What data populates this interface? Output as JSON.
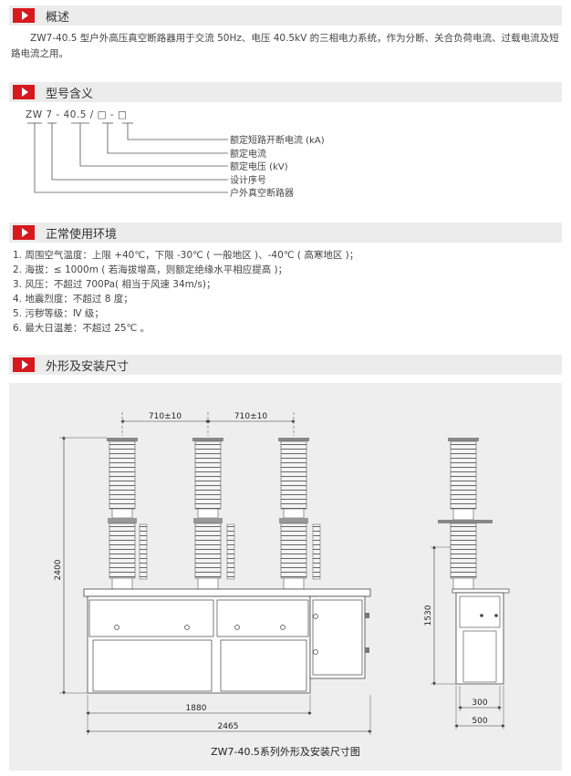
{
  "sections": {
    "overview": {
      "title": "概述"
    },
    "model": {
      "title": "型号含义"
    },
    "environment": {
      "title": "正常使用环境"
    },
    "dimensions": {
      "title": "外形及安装尺寸"
    }
  },
  "overview": {
    "text": "ZW7-40.5 型户外高压真空断路器用于交流 50Hz、电压 40.5kV 的三相电力系统，作为分断、关合负荷电流、过载电流及短路电流之用。"
  },
  "model_meaning": {
    "code": "ZW 7 - 40.5 / □ - □",
    "labels": [
      "额定短路开断电流 (kA)",
      "额定电流",
      "额定电压 (kV)",
      "设计序号",
      "户外真空断路器"
    ]
  },
  "environment": {
    "items": [
      "1.  周围空气温度：上限 +40℃，下限 -30℃ ( 一般地区 )、-40℃ ( 高寒地区 )；",
      "2.  海拔：≤ 1000m ( 若海拔增高，则额定绝缘水平相应提高 )；",
      "3.  风压：不超过 700Pa( 相当于风速 34m/s)；",
      "4.  地震烈度：不超过 8 度；",
      "5.  污秽等级：Ⅳ 级；",
      "6.  最大日温差：不超过 25℃ 。"
    ]
  },
  "figure": {
    "caption": "ZW7-40.5系列外形及安装尺寸图",
    "dims": {
      "spacing1": "710±10",
      "spacing2": "710±10",
      "height": "2400",
      "width_inner": "1880",
      "width_total": "2465",
      "side_height": "1530",
      "side_inner": "300",
      "side_total": "500"
    }
  },
  "colors": {
    "accent": "#d7191e",
    "header_bg": "#ececec",
    "figure_bg": "#eeeeee"
  }
}
